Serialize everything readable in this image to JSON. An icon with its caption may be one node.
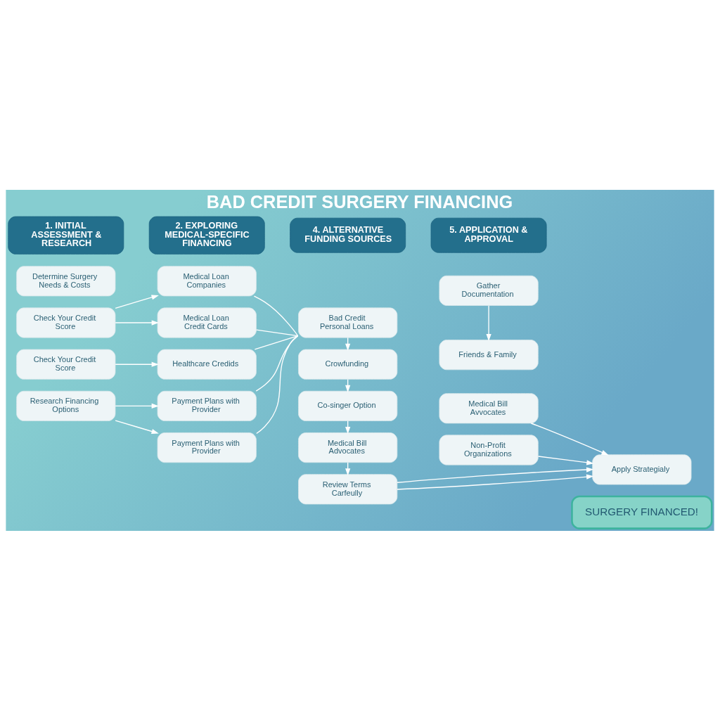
{
  "diagram": {
    "title": "BAD CREDIT SURGERY FINANCING",
    "nodes": [
      {
        "text": [
          "1. INITIAL ASSESSMENT & RESEARCH"
        ]
      },
      {
        "text": [
          "Determine Surgery Needs & Costs"
        ]
      },
      {
        "text": [
          "Check Your Credit Score"
        ]
      },
      {
        "text": [
          "Check Your Credit Score"
        ]
      },
      {
        "text": [
          "Research Financing Options"
        ]
      },
      {
        "text": [
          "2. EXPLORING MEDICAL-SPECIFIC FINANCING"
        ]
      },
      {
        "text": [
          "Medical Loan Companies"
        ]
      },
      {
        "text": [
          "Medical Loan Credit Cards"
        ]
      },
      {
        "text": [
          "Healthcare Credids"
        ]
      },
      {
        "text": [
          "Payment Plans with Provider"
        ]
      },
      {
        "text": [
          "Payment Plans with Provider"
        ]
      },
      {
        "text": [
          "4. ALTERNATIVE FUNDING SOURCES"
        ]
      },
      {
        "text": [
          "Bad Credit Personal Loans"
        ]
      },
      {
        "text": [
          "Crowfunding"
        ]
      },
      {
        "text": [
          "Co-singer Option"
        ]
      },
      {
        "text": [
          "Medical Bill Advocates"
        ]
      },
      {
        "text": [
          "Review Terms Carfeully"
        ]
      },
      {
        "text": [
          "5. APPLICATION & APPROVAL"
        ]
      },
      {
        "text": [
          "Gather Documentation"
        ]
      },
      {
        "text": [
          "Friends & Family"
        ]
      },
      {
        "text": [
          "Medical Bill Avvocates"
        ]
      },
      {
        "text": [
          "Non-Profit Organizations"
        ]
      },
      {
        "text": [
          "Apply Strategialy"
        ]
      },
      {
        "text": [
          "SURGERY FINANCED!"
        ]
      }
    ],
    "edges": [
      {
        "from": 2,
        "to": 6,
        "arrow": "to"
      },
      {
        "from": 2,
        "to": 7,
        "arrow": "to"
      },
      {
        "from": 3,
        "to": 8,
        "arrow": "to"
      },
      {
        "from": 4,
        "to": 9,
        "arrow": "to"
      },
      {
        "from": 4,
        "to": 10,
        "arrow": "to"
      },
      {
        "from": 6,
        "to": 12,
        "arrow": "none"
      },
      {
        "from": 7,
        "to": 12,
        "arrow": "none"
      },
      {
        "from": 8,
        "to": 12,
        "arrow": "none"
      },
      {
        "from": 9,
        "to": 12,
        "arrow": "none"
      },
      {
        "from": 10,
        "to": 12,
        "arrow": "none"
      },
      {
        "from": 12,
        "to": 13,
        "arrow": "to"
      },
      {
        "from": 13,
        "to": 14,
        "arrow": "to"
      },
      {
        "from": 14,
        "to": 15,
        "arrow": "to"
      },
      {
        "from": 15,
        "to": 16,
        "arrow": "to"
      },
      {
        "from": 18,
        "to": 19,
        "arrow": "to"
      },
      {
        "from": 16,
        "to": 22,
        "arrow": "to"
      },
      {
        "from": 16,
        "to": 22,
        "arrow": "to"
      },
      {
        "from": 20,
        "to": 22,
        "arrow": "to"
      },
      {
        "from": 21,
        "to": 22,
        "arrow": "to"
      }
    ]
  }
}
